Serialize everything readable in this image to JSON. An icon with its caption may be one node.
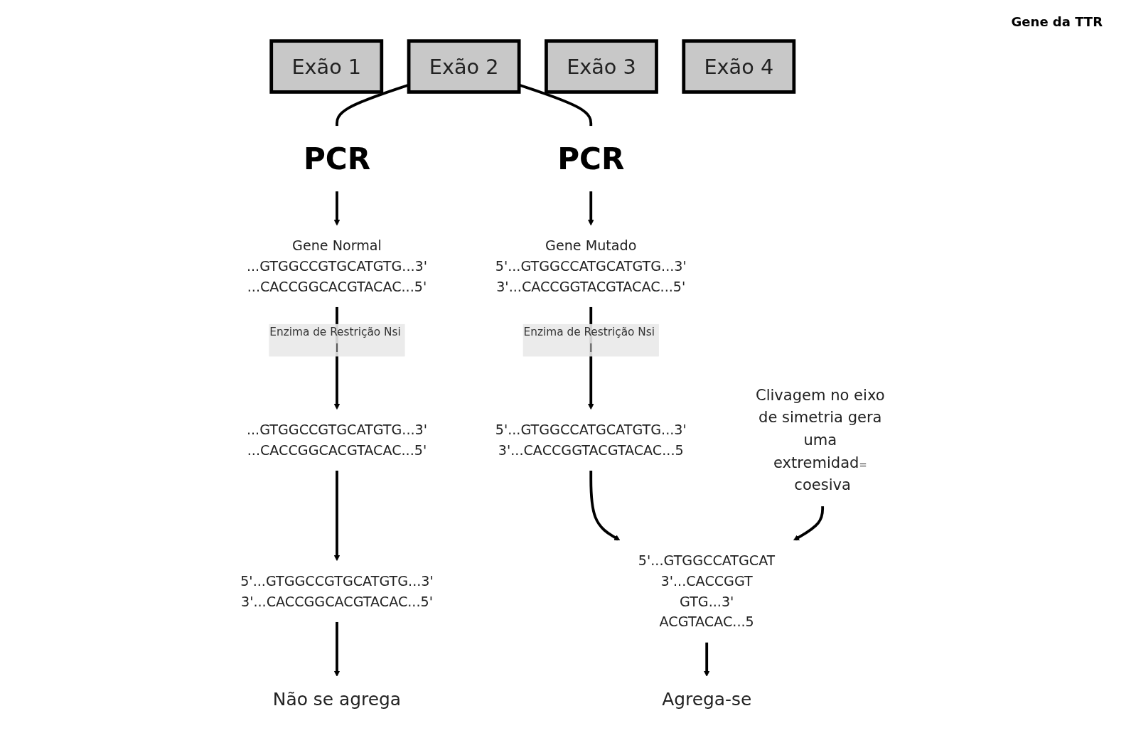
{
  "diagram": {
    "nodes": [
      {
        "text": [
          "Exão 1"
        ]
      },
      {
        "text": [
          "Exão 2"
        ]
      },
      {
        "text": [
          "Exão 3"
        ]
      },
      {
        "text": [
          "Exão 4"
        ]
      },
      {
        "text": [
          "PCR"
        ]
      },
      {
        "text": [
          "PCR"
        ]
      },
      {
        "text": [
          "Gene Normal",
          "...GTGGCCGTGCATGTG...3'",
          "...CACCGGCACGTACAC...5'"
        ]
      },
      {
        "text": [
          "...GTGGCCGTGCATGTG...3'",
          "...CACCGGCACGTACAC...5'"
        ]
      },
      {
        "text": [
          "5'...GTGGCCGTGCATGTG...3'",
          "3'...CACCGGCACGTACAC...5'"
        ]
      },
      {
        "text": [
          "Não se agrega"
        ]
      },
      {
        "text": [
          "Gene Mutado",
          "5'...GTGGCCATGCATGTG...3'",
          "3'...CACCGGTACGTACAC...5'"
        ]
      },
      {
        "text": [
          "5'...GTGGCCATGCATGTG...3'",
          "3'...CACCGGTACGTACAC...5"
        ]
      },
      {
        "text": [
          "5'...GTGGCCATGCAT",
          "3'...CACCGGT",
          "GTG...3'",
          "ACGTACAC...5"
        ]
      },
      {
        "text": [
          "Agrega-se"
        ]
      },
      {
        "text": [
          "Clivagem no eixo de simetria gera uma extremidad₌ coesiva"
        ]
      }
    ],
    "edges": [
      {
        "from": 1,
        "to": 4,
        "arrow": "none"
      },
      {
        "from": 1,
        "to": 5,
        "arrow": "none"
      },
      {
        "from": 4,
        "to": 6,
        "arrow": "to"
      },
      {
        "from": 5,
        "to": 10,
        "arrow": "to"
      },
      {
        "from": 6,
        "to": 7,
        "arrow": "to",
        "label": "Enzima de Restrição Nsi I"
      },
      {
        "from": 7,
        "to": 8,
        "arrow": "to"
      },
      {
        "from": 8,
        "to": 9,
        "arrow": "to"
      },
      {
        "from": 10,
        "to": 11,
        "arrow": "to",
        "label": "Enzima de Restrição Nsi I"
      },
      {
        "from": 11,
        "to": 12,
        "arrow": "to"
      },
      {
        "from": 14,
        "to": 12,
        "arrow": "to"
      },
      {
        "from": 12,
        "to": 13,
        "arrow": "to"
      }
    ],
    "labels": [
      "Gene da TTR"
    ]
  }
}
